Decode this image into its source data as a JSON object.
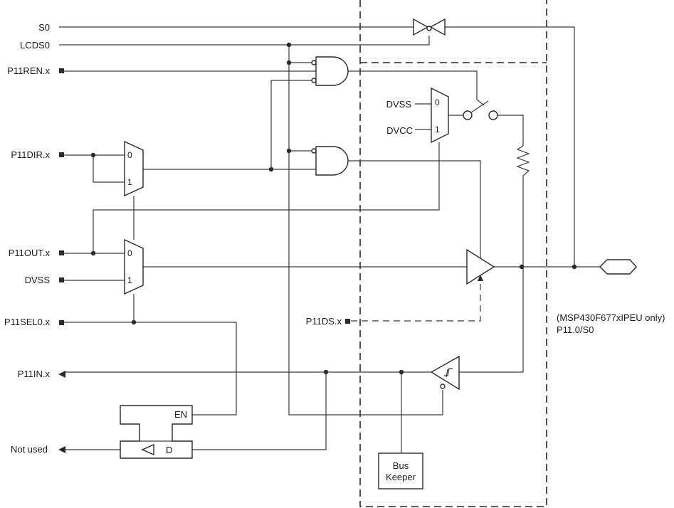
{
  "signals": {
    "s0": "S0",
    "lcds0": "LCDS0",
    "p11ren": "P11REN.x",
    "p11dir": "P11DIR.x",
    "p11out": "P11OUT.x",
    "dvss": "DVSS",
    "p11sel0": "P11SEL0.x",
    "p11in": "P11IN.x",
    "not_used": "Not used",
    "p11ds": "P11DS.x"
  },
  "blocks": {
    "mux_in0": "0",
    "mux_in1": "1",
    "pull_dvss": "DVSS",
    "pull_dvcc": "DVCC",
    "latch_en": "EN",
    "latch_d": "D",
    "bus_keeper_line1": "Bus",
    "bus_keeper_line2": "Keeper"
  },
  "pin": {
    "device_note": "(MSP430F677xIPEU only)",
    "pin_name": "P11.0/S0"
  }
}
